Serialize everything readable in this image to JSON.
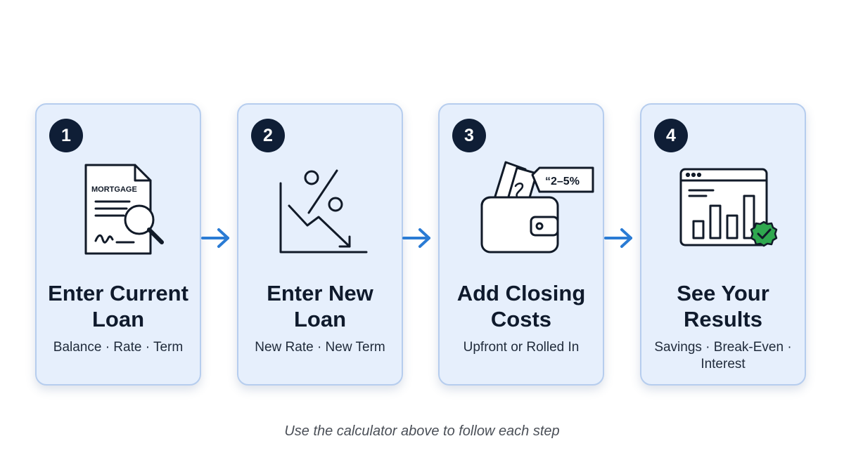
{
  "steps": [
    {
      "number": "1",
      "title": "Enter Current Loan",
      "subtitle": "Balance · Rate · Term",
      "icon": "mortgage-document-magnifier-icon",
      "icon_text": "MORTGAGE"
    },
    {
      "number": "2",
      "title": "Enter New Loan",
      "subtitle": "New Rate · New Term",
      "icon": "percent-downtrend-chart-icon"
    },
    {
      "number": "3",
      "title": "Add Closing Costs",
      "subtitle": "Upfront or Rolled In",
      "icon": "wallet-cash-tag-icon",
      "icon_text": "“2–5%"
    },
    {
      "number": "4",
      "title": "See Your Results",
      "subtitle": "Savings · Break-Even · Interest",
      "icon": "browser-bar-chart-check-icon"
    }
  ],
  "caption": "Use the calculator above to follow each step",
  "colors": {
    "card_bg": "#e6effc",
    "card_border": "#b6cdee",
    "badge": "#0f1e36",
    "arrow": "#2a7bd4",
    "check": "#2fa84f",
    "icon_stroke": "#111a28"
  }
}
